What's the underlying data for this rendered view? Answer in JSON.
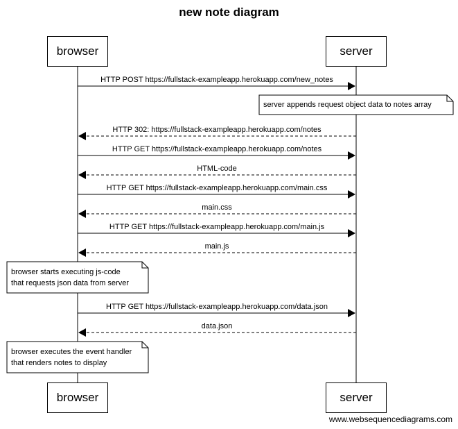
{
  "title": "new note diagram",
  "participants": {
    "browser": "browser",
    "server": "server"
  },
  "messages": [
    {
      "label": "HTTP POST https://fullstack-exampleapp.herokuapp.com/new_notes",
      "direction": "to-server",
      "style": "solid"
    },
    {
      "label": "HTTP 302: https://fullstack-exampleapp.herokuapp.com/notes",
      "direction": "to-browser",
      "style": "dashed"
    },
    {
      "label": "HTTP GET https://fullstack-exampleapp.herokuapp.com/notes",
      "direction": "to-server",
      "style": "solid"
    },
    {
      "label": "HTML-code",
      "direction": "to-browser",
      "style": "dashed"
    },
    {
      "label": "HTTP GET https://fullstack-exampleapp.herokuapp.com/main.css",
      "direction": "to-server",
      "style": "solid"
    },
    {
      "label": "main.css",
      "direction": "to-browser",
      "style": "dashed"
    },
    {
      "label": "HTTP GET https://fullstack-exampleapp.herokuapp.com/main.js",
      "direction": "to-server",
      "style": "solid"
    },
    {
      "label": "main.js",
      "direction": "to-browser",
      "style": "dashed"
    },
    {
      "label": "HTTP GET https://fullstack-exampleapp.herokuapp.com/data.json",
      "direction": "to-server",
      "style": "solid"
    },
    {
      "label": "data.json",
      "direction": "to-browser",
      "style": "dashed"
    }
  ],
  "notes": [
    {
      "lines": [
        "server appends request object data to notes array"
      ],
      "side": "server"
    },
    {
      "lines": [
        "browser starts executing js-code",
        "that requests json data from server"
      ],
      "side": "browser"
    },
    {
      "lines": [
        "browser executes the event handler",
        "that renders notes to display"
      ],
      "side": "browser"
    }
  ],
  "watermark": "www.websequencediagrams.com"
}
